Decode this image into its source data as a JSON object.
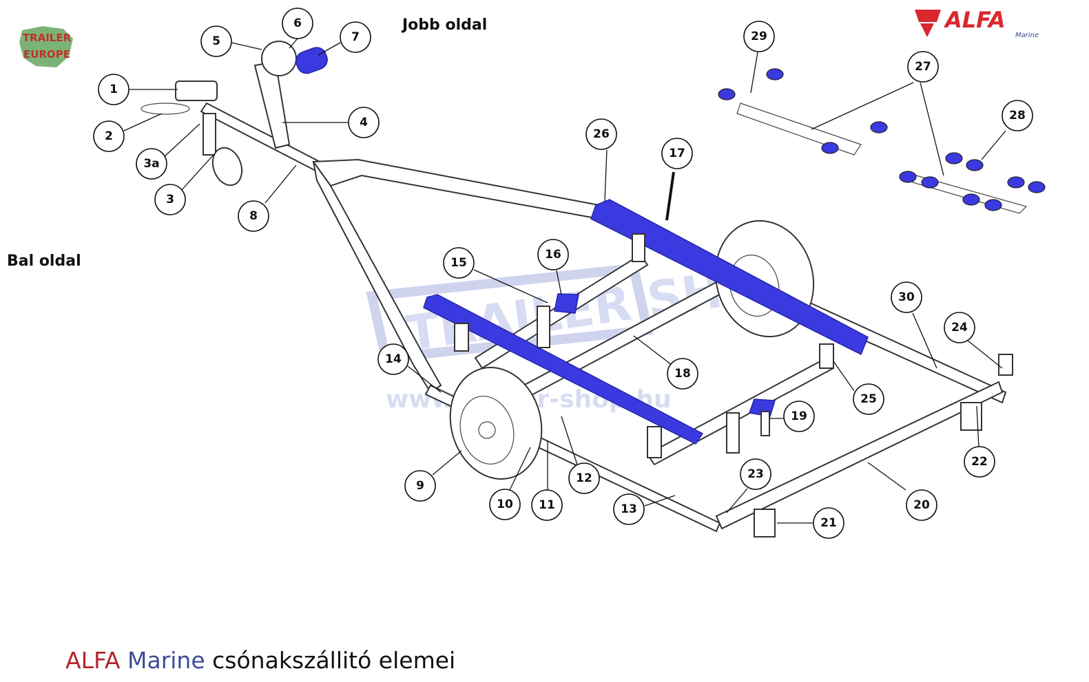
{
  "labels": {
    "left_side": "Bal oldal",
    "right_side": "Jobb oldal"
  },
  "footer": {
    "brand": "ALFA",
    "brand2": "Marine",
    "rest": "csónakszállitó elemei"
  },
  "logos": {
    "top_right": "ALFA",
    "top_right_sub": "Marine",
    "top_left_line1": "TRAILER",
    "top_left_line2": "EUROPE",
    "watermark_text": "TRAILER SHOP",
    "watermark_url": "www.trailer-shop.hu"
  },
  "colors": {
    "bunk_blue": "#3a3ae0",
    "brand_red": "#d9272e",
    "footer_red": "#b2262b",
    "footer_blue": "#3d4c96"
  },
  "callouts": [
    {
      "id": "1"
    },
    {
      "id": "2"
    },
    {
      "id": "3a"
    },
    {
      "id": "3"
    },
    {
      "id": "4"
    },
    {
      "id": "5"
    },
    {
      "id": "6"
    },
    {
      "id": "7"
    },
    {
      "id": "8"
    },
    {
      "id": "9"
    },
    {
      "id": "10"
    },
    {
      "id": "11"
    },
    {
      "id": "12"
    },
    {
      "id": "13"
    },
    {
      "id": "14"
    },
    {
      "id": "15"
    },
    {
      "id": "16"
    },
    {
      "id": "17"
    },
    {
      "id": "18"
    },
    {
      "id": "19"
    },
    {
      "id": "20"
    },
    {
      "id": "21"
    },
    {
      "id": "22"
    },
    {
      "id": "23"
    },
    {
      "id": "24"
    },
    {
      "id": "25"
    },
    {
      "id": "26"
    },
    {
      "id": "27"
    },
    {
      "id": "28"
    },
    {
      "id": "29"
    },
    {
      "id": "30"
    }
  ]
}
